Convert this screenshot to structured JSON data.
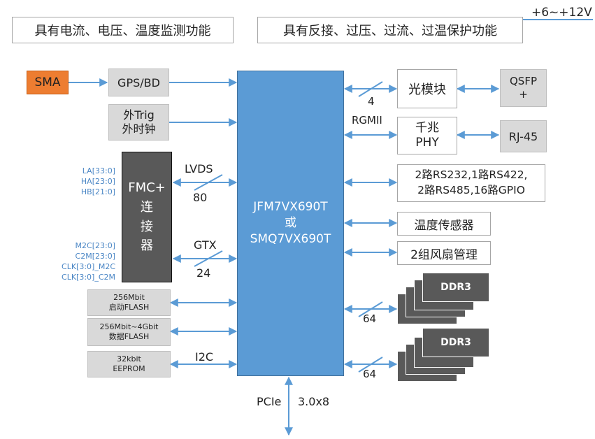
{
  "top_features": {
    "monitoring": "具有电流、电压、温度监测功能",
    "protection": "具有反接、过压、过流、过温保护功能",
    "power": "+6~+12V"
  },
  "left_blocks": {
    "sma": "SMA",
    "gps": "GPS/BD",
    "trig_line1": "外Trig",
    "trig_line2": "外时钟",
    "fmc_line1": "FMC+",
    "fmc_line2": "连",
    "fmc_line3": "接",
    "fmc_line4": "器",
    "boot_flash_line1": "256Mbit",
    "boot_flash_line2": "启动FLASH",
    "data_flash_line1": "256Mbit~4Gbit",
    "data_flash_line2": "数据FLASH",
    "eeprom_line1": "32kbit",
    "eeprom_line2": "EEPROM"
  },
  "fmc_signals": {
    "la": "LA[33:0]",
    "ha": "HA[23:0]",
    "hb": "HB[21:0]",
    "m2c": "M2C[23:0]",
    "c2m": "C2M[23:0]",
    "clk_m2c": "CLK[3:0]_M2C",
    "clk_c2m": "CLK[3:0]_C2M"
  },
  "links": {
    "lvds": "LVDS",
    "lvds_width": "80",
    "gtx": "GTX",
    "gtx_width": "24",
    "i2c": "I2C",
    "optical_width": "4",
    "rgmii": "RGMII",
    "ddr_width_1": "64",
    "ddr_width_2": "64",
    "pcie": "PCIe",
    "pcie_lanes": "3.0x8"
  },
  "fpga": {
    "line1": "JFM7VX690T",
    "line2": "或",
    "line3": "SMQ7VX690T"
  },
  "right_blocks": {
    "optical": "光模块",
    "qsfp_line1": "QSFP",
    "qsfp_line2": "+",
    "phy_line1": "千兆",
    "phy_line2": "PHY",
    "rj45": "RJ-45",
    "serial_line1": "2路RS232,1路RS422,",
    "serial_line2": "2路RS485,16路GPIO",
    "temp_sensor": "温度传感器",
    "fan": "2组风扇管理",
    "ddr_1": "DDR3",
    "ddr_2": "DDR3"
  },
  "colors": {
    "fpga_fill": "#5b9bd5",
    "arrow": "#5b9bd5",
    "sma_fill": "#ed7d31",
    "fmc_fill": "#595959",
    "grey_box": "#d9d9d9",
    "signal_text": "#4a86c5"
  }
}
